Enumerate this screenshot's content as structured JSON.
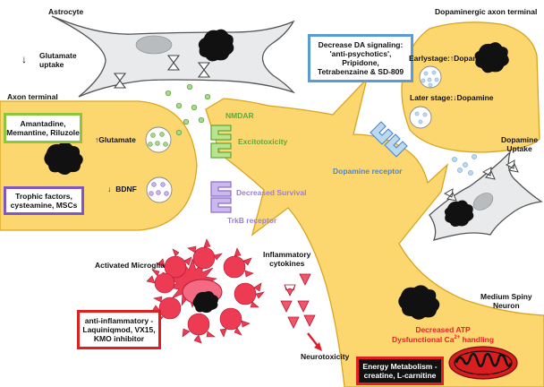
{
  "labels": {
    "astrocyte": "Astrocyte",
    "glutamate_uptake": [
      "Glutamate",
      "uptake"
    ],
    "axon_terminal": "Axon terminal",
    "glutamate": "Glutamate",
    "bdnf": "BDNF",
    "nmdar": "NMDAR",
    "excitotoxicity": "Excitotoxicity",
    "decreased_survival": "Decreased Survival",
    "trkb_receptor": "TrkB receptor",
    "dopaminergic_axon_terminal": "Dopaminergic axon terminal",
    "early_stage": "Earlystage:",
    "early_dopamine": "Dopamine",
    "later_stage": "Later stage:",
    "later_dopamine": "Dopamine",
    "dopamine_receptor": "Dopamine receptor",
    "dopamine_uptake": [
      "Dopamine",
      "Uptake"
    ],
    "activated_microglia": "Activated Microglia",
    "inflammatory_cytokines": [
      "Inflammatory",
      "cytokines"
    ],
    "neurotoxicity": "Neurotoxicity",
    "medium_spiny_neuron": [
      "Medium Spiny",
      "Neuron"
    ],
    "decreased_atp": "Decreased ATP",
    "dysfunctional_ca": "Dysfunctional Ca",
    "ca_superscript": "2+",
    "handling": " handling",
    "arrow_up": "↑",
    "arrow_down": "↓"
  },
  "boxes": {
    "glutamate_drugs": [
      "Amantadine,",
      "Memantine, Riluzole"
    ],
    "trophic": [
      "Trophic factors,",
      "cysteamine, MSCs"
    ],
    "da_signaling": [
      "Decrease DA signaling:",
      "'anti-psychotics',",
      "Pripidone,",
      "Tetrabenzaine & SD-809"
    ],
    "anti_inflammatory": [
      "anti-inflammatory -",
      "Laquiniqmod, VX15,",
      "KMO inhibitor"
    ],
    "energy": [
      "Energy Metabolism -",
      "creatine, L-carnitine"
    ]
  },
  "colors": {
    "neuron_fill": "#fcd770",
    "neuron_stroke": "#d9a520",
    "green": "#6ab43e",
    "purple": "#9b7fd1",
    "blue_receptor": "#7fb6e6",
    "red": "#e8202a",
    "microglia": "#e8304a",
    "box_green": "#8cc63f",
    "box_purple": "#7e57c2",
    "box_blue": "#5b9bd5",
    "box_red": "#e02020",
    "box_dark_red": "#8b0000"
  }
}
